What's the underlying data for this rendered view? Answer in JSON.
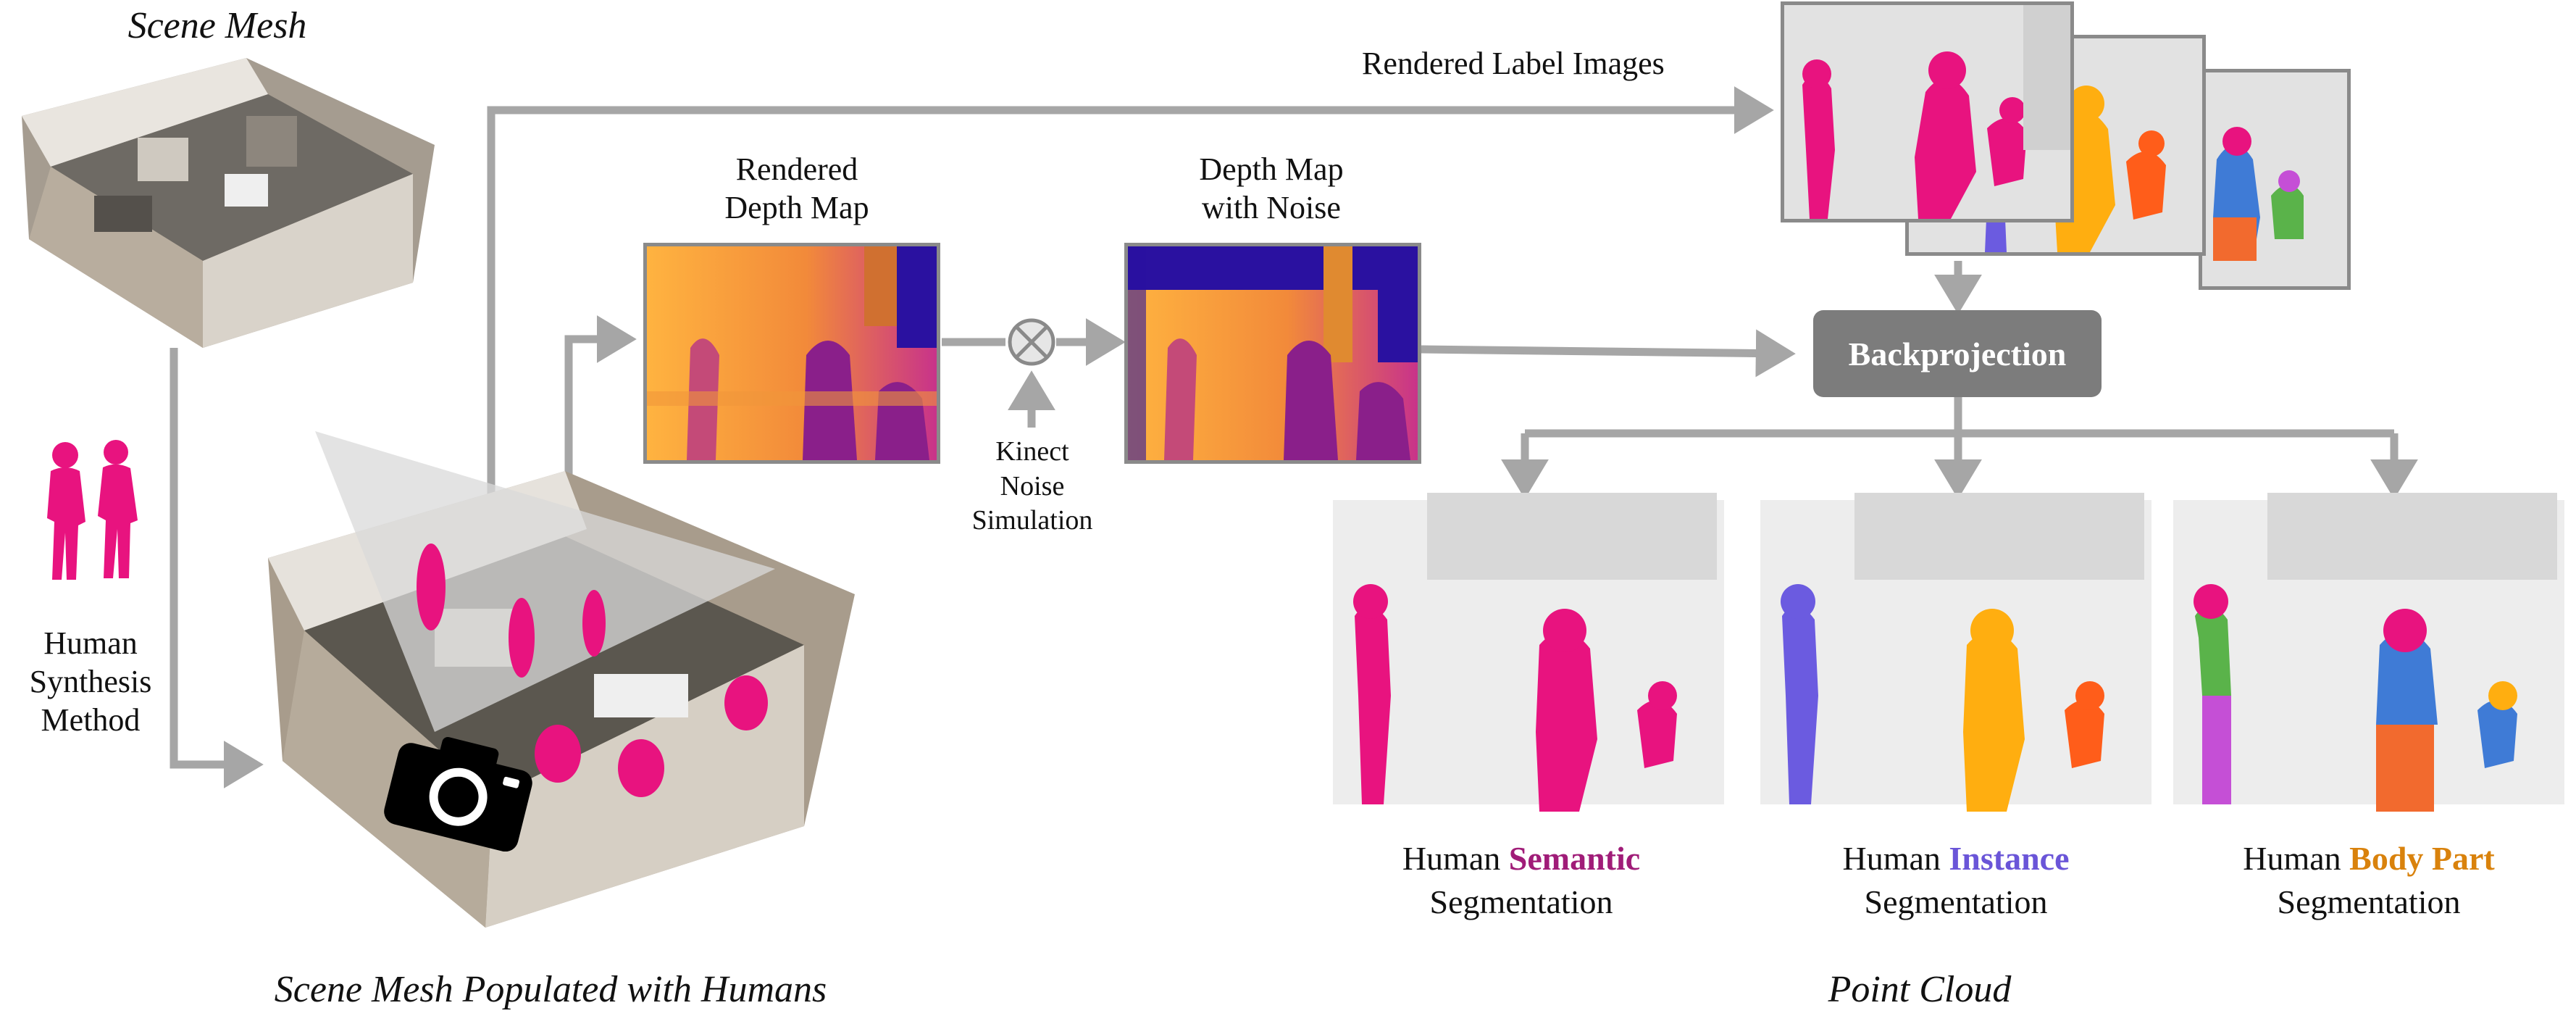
{
  "labels": {
    "scene_mesh": "Scene Mesh",
    "human_synthesis": [
      "Human",
      "Synthesis",
      "Method"
    ],
    "scene_populated": "Scene Mesh Populated with Humans",
    "rendered_depth": [
      "Rendered",
      "Depth Map"
    ],
    "depth_noise": [
      "Depth Map",
      "with Noise"
    ],
    "kinect": [
      "Kinect",
      "Noise",
      "Simulation"
    ],
    "rendered_label_images": "Rendered Label Images",
    "backprojection": "Backprojection",
    "point_cloud": "Point Cloud"
  },
  "segmentations": [
    {
      "prefix": "Human ",
      "key": "Semantic",
      "suffix": "Segmentation",
      "style": "sem"
    },
    {
      "prefix": "Human ",
      "key": "Instance",
      "suffix": "Segmentation",
      "style": "ins"
    },
    {
      "prefix": "Human ",
      "key": "Body Part",
      "suffix": "Segmentation",
      "style": "bp"
    }
  ],
  "colors": {
    "arrow": "#a6a6a6",
    "human": "#e8137f",
    "instance_a": "#6b5be0",
    "instance_b": "#ffae10",
    "instance_c": "#ff5d1a",
    "depth_far": "#2a11a0",
    "depth_mid": "#c0288a",
    "depth_near": "#ffb340"
  },
  "icons": [
    "camera-icon",
    "noise-sum-icon"
  ]
}
